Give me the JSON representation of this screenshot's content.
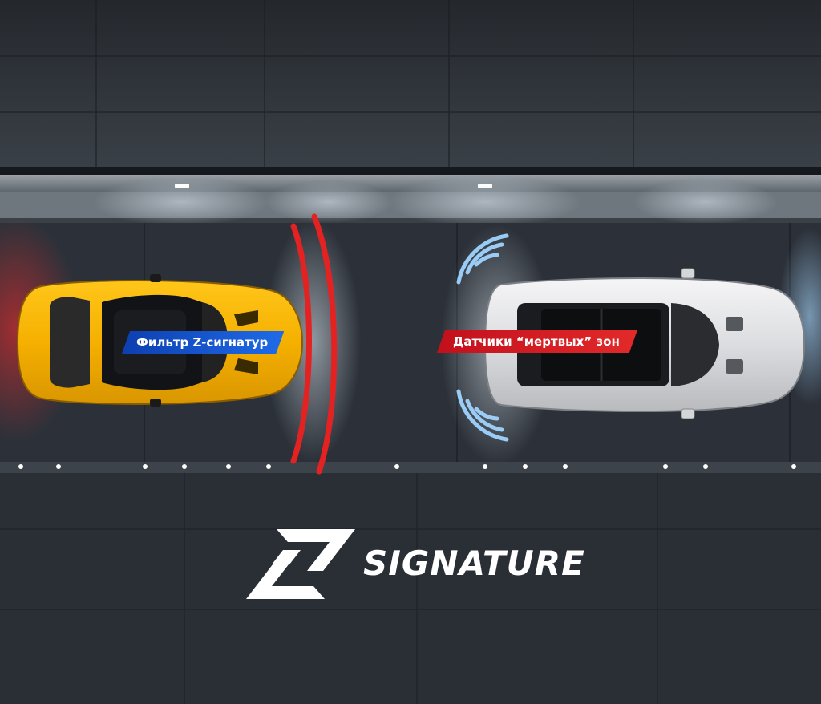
{
  "labels": {
    "filter": "Фильтр Z-сигнатур",
    "sensors": "Датчики “мертвых” зон"
  },
  "brand": {
    "wordmark": "SIGNATURE",
    "logo_icon": "z-logo-icon"
  },
  "colors": {
    "filter_label": "#1f5fd6",
    "sensors_label": "#d81c24",
    "radar_arcs": "#e52222",
    "sensor_waves": "#9fd4ff",
    "sports_car": "#f2b400",
    "suv": "#e8e8ea",
    "asphalt": "#2b3038"
  }
}
